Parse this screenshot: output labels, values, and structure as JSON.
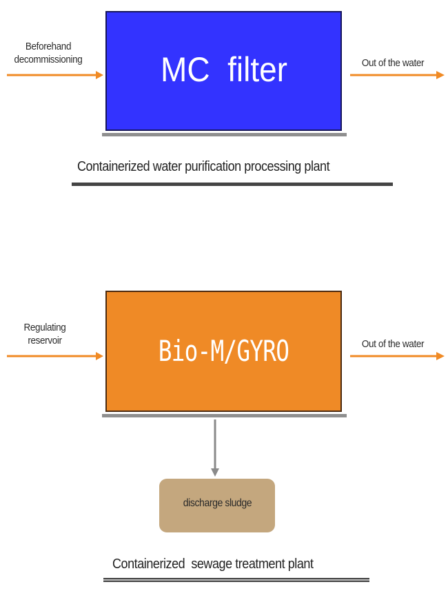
{
  "colors": {
    "mc_filter_box": "#3333ff",
    "bio_box": "#ef8a26",
    "flow_arrow": "#f08a24",
    "sludge_arrow": "#8a8a8a",
    "sludge_box": "#c4a77e",
    "text": "#222222"
  },
  "top_section": {
    "input_label_line1": "Beforehand",
    "input_label_line2": "decommissioning",
    "process_title": "MC  filter",
    "output_label": "Out of the water",
    "caption": "Containerized water purification processing plant"
  },
  "bottom_section": {
    "input_label_line1": "Regulating",
    "input_label_line2": "reservoir",
    "process_title": "Bio-M/GYRO",
    "output_label": "Out of the water",
    "sludge_label": "discharge sludge",
    "caption": "Containerized  sewage treatment plant"
  },
  "connections": [
    {
      "from": "Beforehand decommissioning",
      "to": "MC filter"
    },
    {
      "from": "MC filter",
      "to": "Out of the water"
    },
    {
      "from": "Regulating reservoir",
      "to": "Bio-M/GYRO"
    },
    {
      "from": "Bio-M/GYRO",
      "to": "Out of the water"
    },
    {
      "from": "Bio-M/GYRO",
      "to": "discharge sludge"
    }
  ]
}
